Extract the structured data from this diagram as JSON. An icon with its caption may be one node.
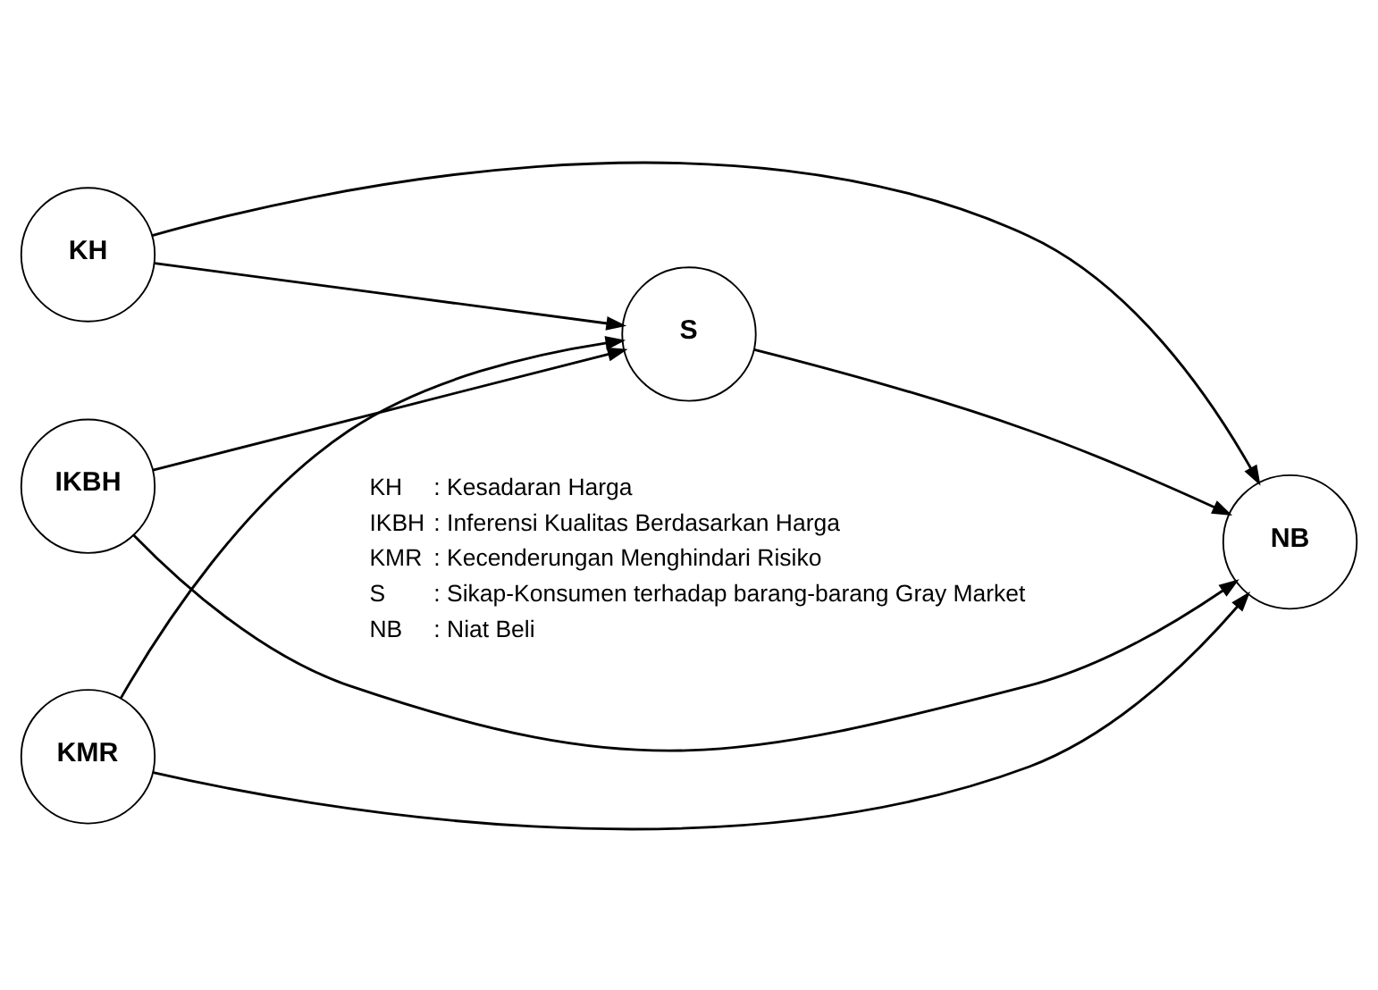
{
  "diagram": {
    "nodes": [
      {
        "text": [
          "KH"
        ]
      },
      {
        "text": [
          "IKBH"
        ]
      },
      {
        "text": [
          "KMR"
        ]
      },
      {
        "text": [
          "S"
        ]
      },
      {
        "text": [
          "NB"
        ]
      }
    ],
    "edges": [
      {
        "from": 0,
        "to": 4,
        "arrow": "to"
      },
      {
        "from": 0,
        "to": 3,
        "arrow": "to"
      },
      {
        "from": 1,
        "to": 3,
        "arrow": "to"
      },
      {
        "from": 1,
        "to": 4,
        "arrow": "to"
      },
      {
        "from": 2,
        "to": 3,
        "arrow": "to"
      },
      {
        "from": 2,
        "to": 4,
        "arrow": "to"
      },
      {
        "from": 3,
        "to": 4,
        "arrow": "to"
      }
    ],
    "labels": [
      "KH",
      ": Kesadaran Harga",
      "IKBH",
      ": Inferensi Kualitas Berdasarkan Harga",
      "KMR",
      ": Kecenderungan Menghindari Risiko",
      "S",
      ": Sikap-Konsumen terhadap barang-barang *Gray Market*",
      "NB",
      ": Niat Beli"
    ]
  }
}
